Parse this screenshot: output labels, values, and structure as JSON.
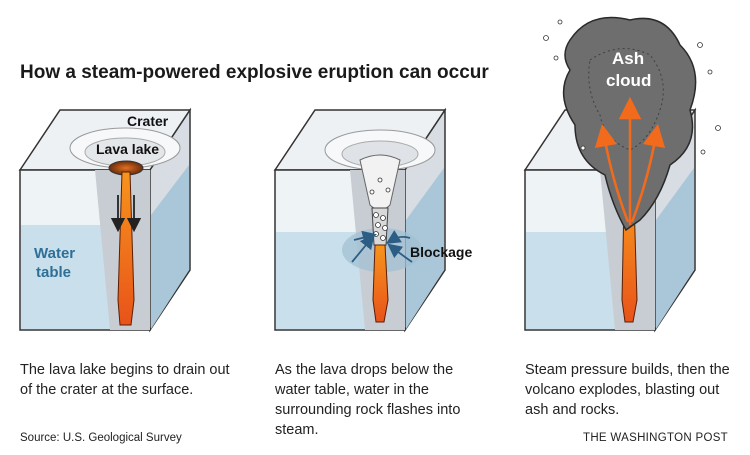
{
  "title": "How a steam-powered explosive eruption can occur",
  "panels": [
    {
      "labels": {
        "crater": "Crater",
        "lava_lake": "Lava lake",
        "water_table": "Water table"
      },
      "caption": "The lava lake begins to drain out of the crater at the surface."
    },
    {
      "labels": {
        "blockage": "Blockage"
      },
      "caption": "As the lava drops below the water table, water in the surrounding rock flashes into steam."
    },
    {
      "labels": {
        "ash_cloud": "Ash cloud"
      },
      "caption": "Steam pressure builds, then the volcano explodes, blasting out ash and rocks."
    }
  ],
  "footer": {
    "source": "Source: U.S. Geological Survey",
    "credit": "THE WASHINGTON POST"
  },
  "colors": {
    "lava": "#f26b1d",
    "lava_dark": "#c2410c",
    "water": "#bfd8e6",
    "water_label": "#2f6f97",
    "rock_front": "#e9eef2",
    "rock_side": "#cfd7dd",
    "ash": "#6e6e6e",
    "steam_arrow": "#2c5d85"
  }
}
